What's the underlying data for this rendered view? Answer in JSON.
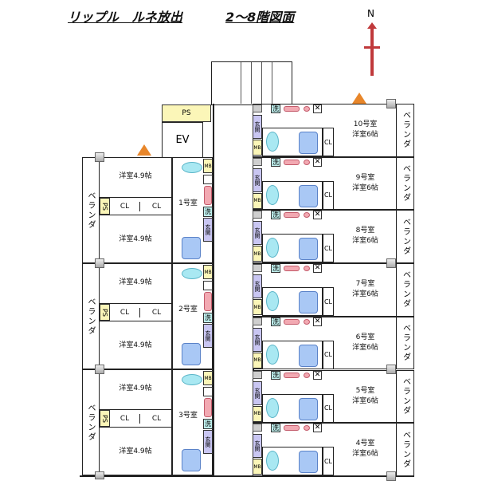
{
  "header": {
    "title": "リップル　ルネ放出",
    "subtitle": "2〜8階図面",
    "north": "N"
  },
  "colors": {
    "arrow": "#c0393b",
    "marker": "#e8862a",
    "genkan": "#c9c6f2",
    "mb": "#fbf6b8"
  },
  "common": {
    "ps": "PS",
    "ev": "EV"
  },
  "labels": {
    "veranda": "ベランダ",
    "genkan": "玄関",
    "mb": "MB",
    "wash": "洗",
    "cl": "CL",
    "ps": "PS",
    "western49": "洋室4.9帖",
    "western6": "洋室6帖"
  },
  "left_units": [
    {
      "name": "1号室"
    },
    {
      "name": "2号室"
    },
    {
      "name": "3号室"
    }
  ],
  "right_units": [
    {
      "name": "10号室"
    },
    {
      "name": "9号室"
    },
    {
      "name": "8号室"
    },
    {
      "name": "7号室"
    },
    {
      "name": "6号室"
    },
    {
      "name": "5号室"
    },
    {
      "name": "4号室"
    }
  ]
}
